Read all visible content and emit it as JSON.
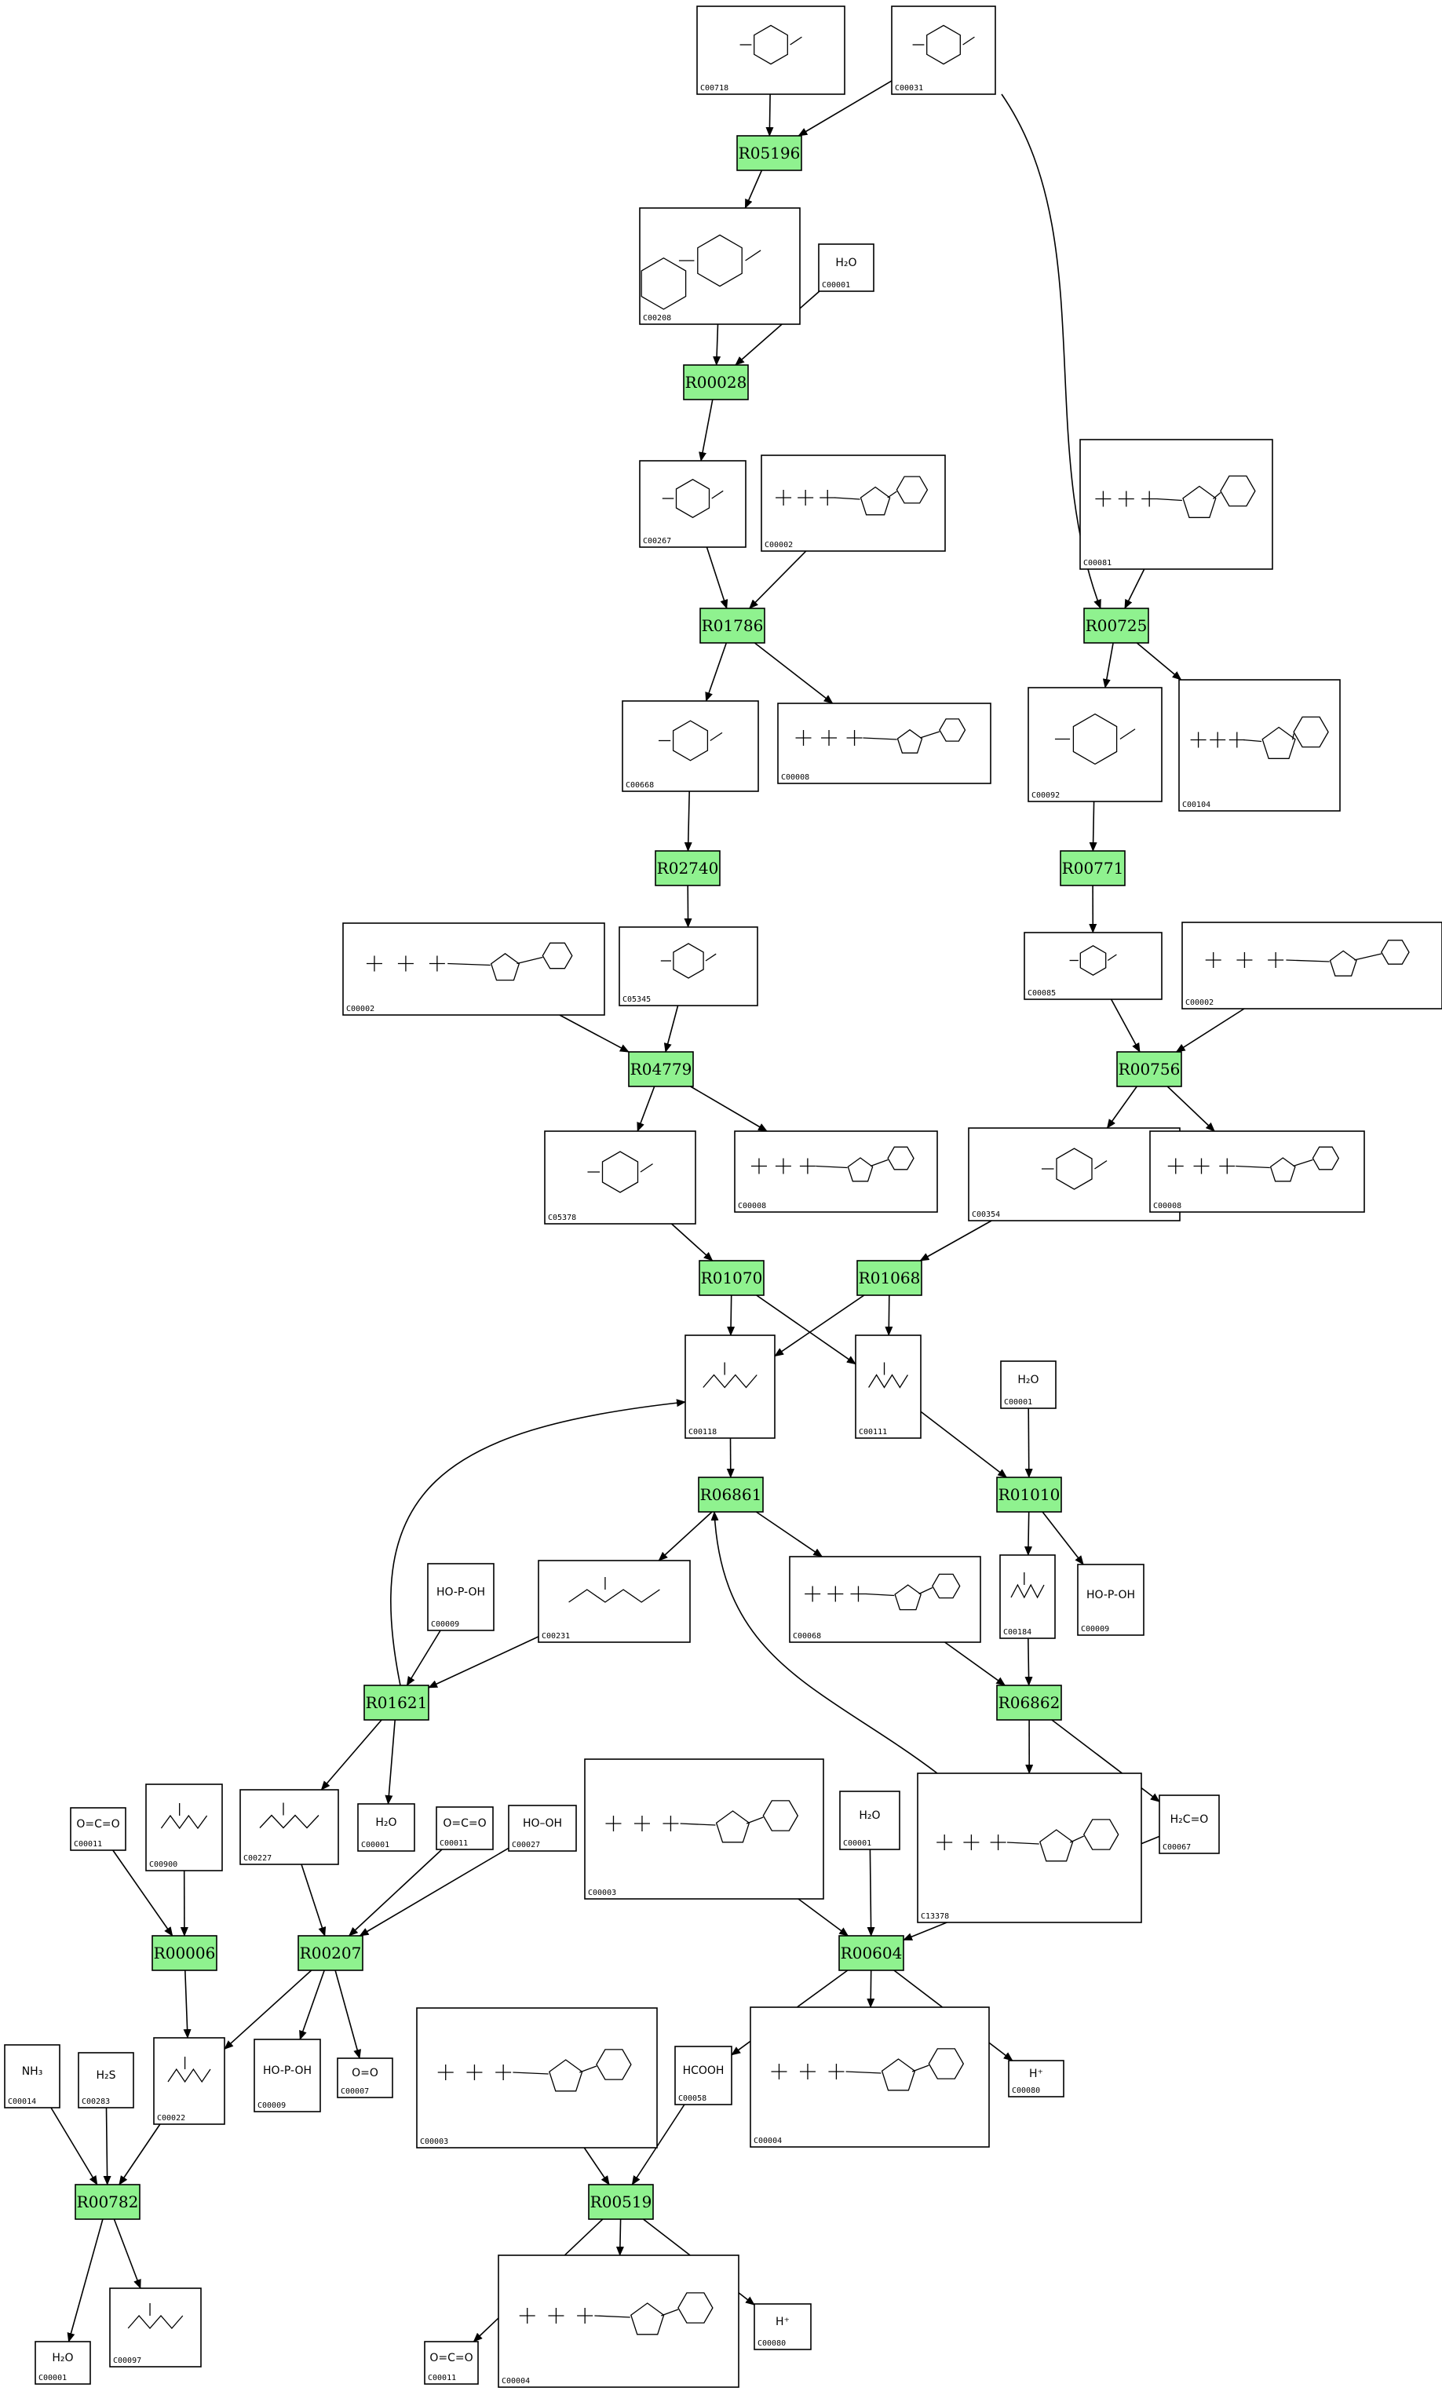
{
  "diagram": {
    "reactions": [
      {
        "id": "R05196"
      },
      {
        "id": "R00028"
      },
      {
        "id": "R01786"
      },
      {
        "id": "R00725"
      },
      {
        "id": "R02740"
      },
      {
        "id": "R00771"
      },
      {
        "id": "R04779"
      },
      {
        "id": "R00756"
      },
      {
        "id": "R01070"
      },
      {
        "id": "R01068"
      },
      {
        "id": "R06861"
      },
      {
        "id": "R01010"
      },
      {
        "id": "R01621"
      },
      {
        "id": "R06862"
      },
      {
        "id": "R00006"
      },
      {
        "id": "R00207"
      },
      {
        "id": "R00604"
      },
      {
        "id": "R00782"
      },
      {
        "id": "R00519"
      }
    ],
    "compounds": [
      {
        "id": "C00718",
        "kind": "ring"
      },
      {
        "id": "C00031",
        "kind": "ring"
      },
      {
        "id": "C00208",
        "kind": "ring2"
      },
      {
        "id": "C00001",
        "kind": "water",
        "text": "H₂O"
      },
      {
        "id": "C00267",
        "kind": "ring"
      },
      {
        "id": "C00002",
        "kind": "nuc"
      },
      {
        "id": "C00081",
        "kind": "nuc"
      },
      {
        "id": "C00668",
        "kind": "ring"
      },
      {
        "id": "C00008",
        "kind": "nuc"
      },
      {
        "id": "C00092",
        "kind": "ring"
      },
      {
        "id": "C00104",
        "kind": "nuc"
      },
      {
        "id": "C00085",
        "kind": "ring"
      },
      {
        "id": "C00002",
        "kind": "nuc"
      },
      {
        "id": "C05345",
        "kind": "ring"
      },
      {
        "id": "C00002",
        "kind": "nuc"
      },
      {
        "id": "C05378",
        "kind": "ring"
      },
      {
        "id": "C00008",
        "kind": "nuc"
      },
      {
        "id": "C00354",
        "kind": "ring"
      },
      {
        "id": "C00008",
        "kind": "nuc"
      },
      {
        "id": "C00118",
        "kind": "chain"
      },
      {
        "id": "C00111",
        "kind": "chain"
      },
      {
        "id": "C00001",
        "kind": "water",
        "text": "H₂O"
      },
      {
        "id": "C00009",
        "kind": "small",
        "text": "HO-P-OH"
      },
      {
        "id": "C00231",
        "kind": "chain"
      },
      {
        "id": "C00068",
        "kind": "nuc"
      },
      {
        "id": "C00184",
        "kind": "chain"
      },
      {
        "id": "C00009",
        "kind": "small",
        "text": "HO-P-OH"
      },
      {
        "id": "C00011",
        "kind": "small",
        "text": "O=C=O"
      },
      {
        "id": "C00900",
        "kind": "chain"
      },
      {
        "id": "C00227",
        "kind": "chain"
      },
      {
        "id": "C00001",
        "kind": "water",
        "text": "H₂O"
      },
      {
        "id": "C00011",
        "kind": "small",
        "text": "O=C=O"
      },
      {
        "id": "C00027",
        "kind": "small",
        "text": "HO–OH"
      },
      {
        "id": "C00003",
        "kind": "nuc"
      },
      {
        "id": "C00001",
        "kind": "water",
        "text": "H₂O"
      },
      {
        "id": "C13378",
        "kind": "nuc"
      },
      {
        "id": "C00067",
        "kind": "small",
        "text": "H₂C=O"
      },
      {
        "id": "C00014",
        "kind": "small",
        "text": "NH₃"
      },
      {
        "id": "C00283",
        "kind": "small",
        "text": "H₂S"
      },
      {
        "id": "C00022",
        "kind": "chain"
      },
      {
        "id": "C00009",
        "kind": "small",
        "text": "HO-P-OH"
      },
      {
        "id": "C00007",
        "kind": "small",
        "text": "O=O"
      },
      {
        "id": "C00003",
        "kind": "nuc"
      },
      {
        "id": "C00058",
        "kind": "small",
        "text": "HCOOH"
      },
      {
        "id": "C00004",
        "kind": "nuc"
      },
      {
        "id": "C00080",
        "kind": "small",
        "text": "H⁺"
      },
      {
        "id": "C00001",
        "kind": "water",
        "text": "H₂O"
      },
      {
        "id": "C00097",
        "kind": "chain"
      },
      {
        "id": "C00011",
        "kind": "small",
        "text": "O=C=O"
      },
      {
        "id": "C00004",
        "kind": "nuc"
      },
      {
        "id": "C00080",
        "kind": "small",
        "text": "H⁺"
      }
    ]
  }
}
